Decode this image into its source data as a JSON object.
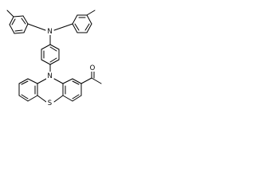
{
  "atoms": {
    "nitrogen_top": "N",
    "nitrogen_ring": "N",
    "sulfur": "S",
    "oxygen": "O"
  },
  "colors": {
    "bond": "#000000",
    "background": "#ffffff"
  }
}
